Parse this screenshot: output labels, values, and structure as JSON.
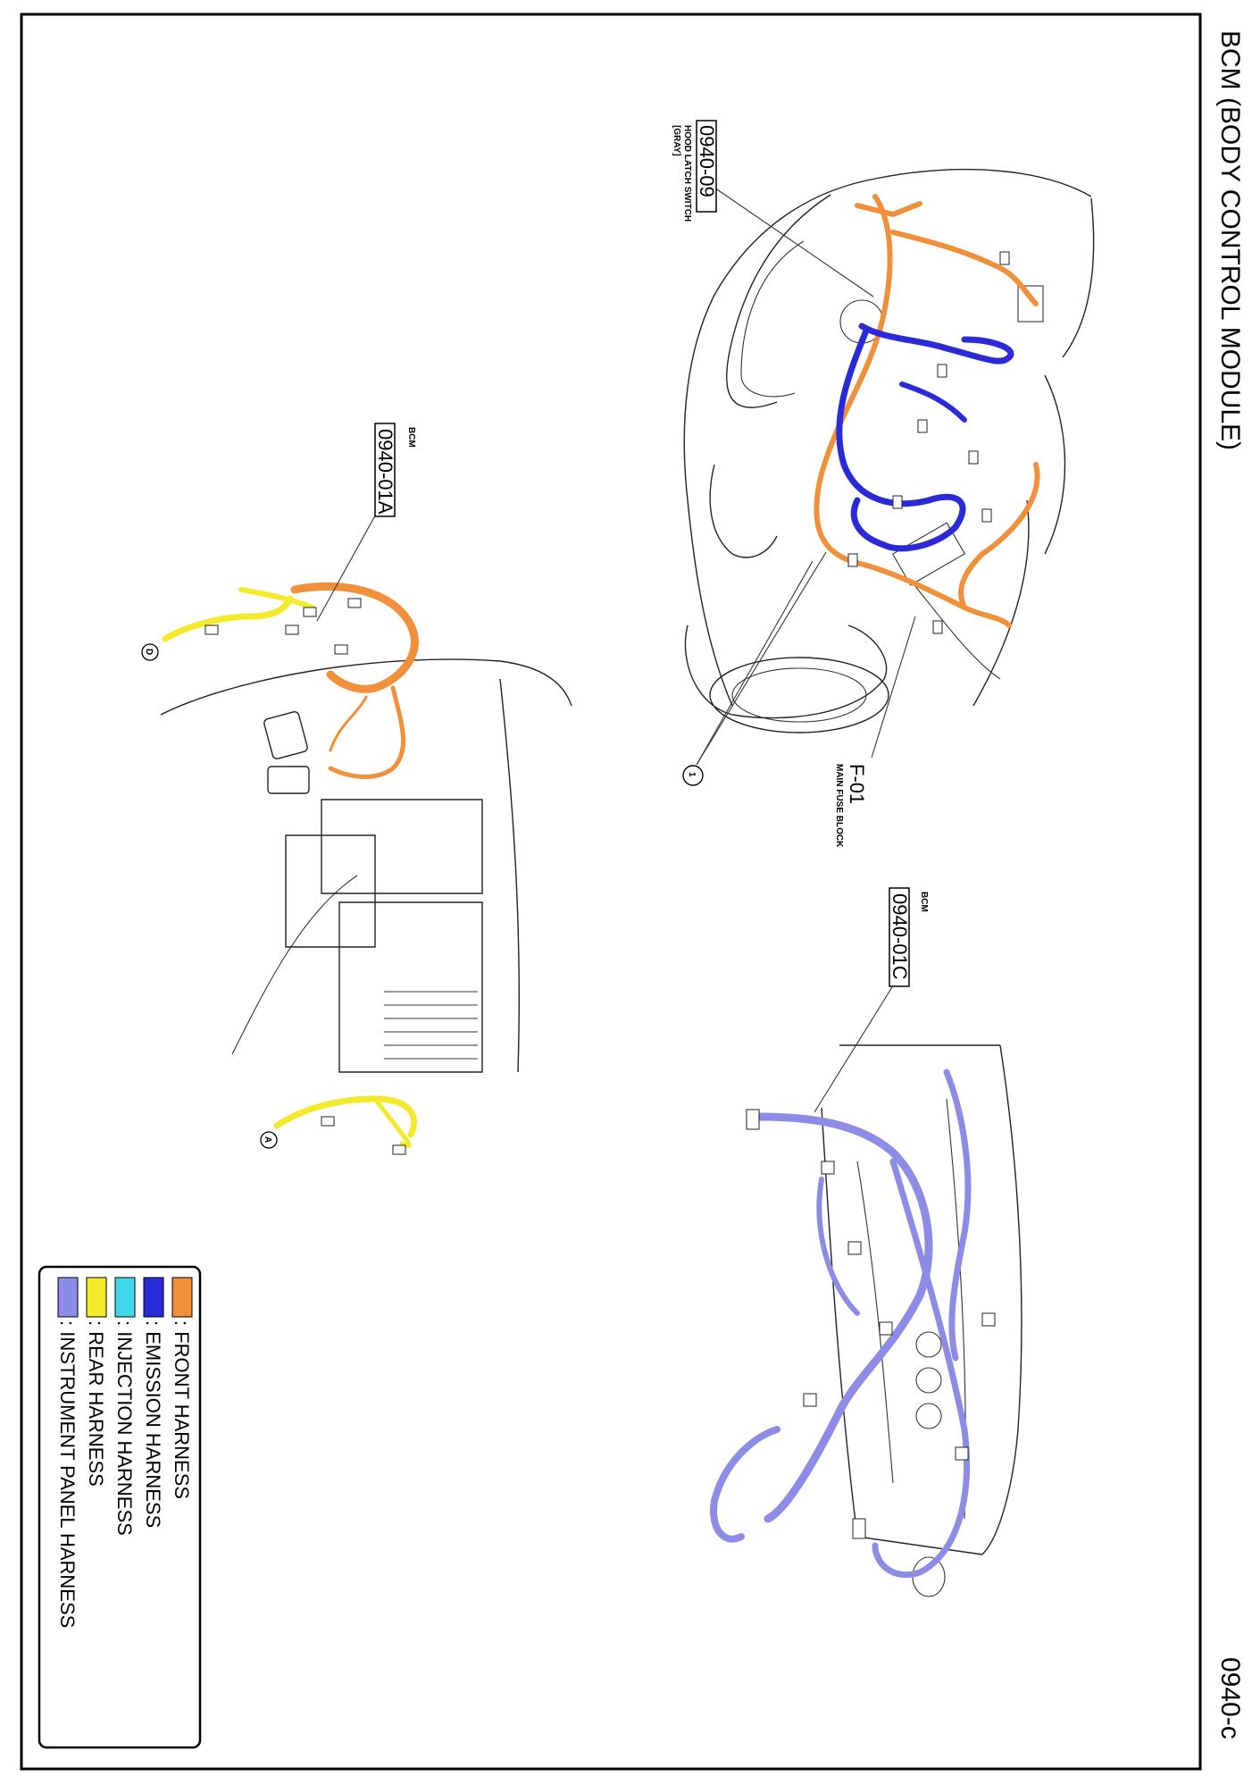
{
  "title": "BCM (BODY CONTROL MODULE)",
  "page_code": "0940-c",
  "callouts": {
    "hood_latch": {
      "code": "0940-09",
      "desc": "HOOD LATCH SWITCH",
      "color_note": "[GRAY]"
    },
    "main_fuse": {
      "code": "F-01",
      "desc": "MAIN FUSE BLOCK"
    },
    "bcm_a": {
      "label": "BCM",
      "code": "0940-01A"
    },
    "bcm_c": {
      "label": "BCM",
      "code": "0940-01C"
    }
  },
  "markers": {
    "one": "1",
    "a": "A",
    "d": "D"
  },
  "legend": [
    {
      "label": ": FRONT HARNESS",
      "color": "#f0903a"
    },
    {
      "label": ": EMISSION HARNESS",
      "color": "#2a2ad8"
    },
    {
      "label": ": INJECTION HARNESS",
      "color": "#3fd8e8"
    },
    {
      "label": ": REAR HARNESS",
      "color": "#f2ea2a"
    },
    {
      "label": ": INSTRUMENT PANEL HARNESS",
      "color": "#8c8ce6"
    }
  ],
  "colors": {
    "front": "#f0903a",
    "emission": "#2a2ad8",
    "rear": "#f2ea2a",
    "instrument": "#8c8ce6"
  }
}
